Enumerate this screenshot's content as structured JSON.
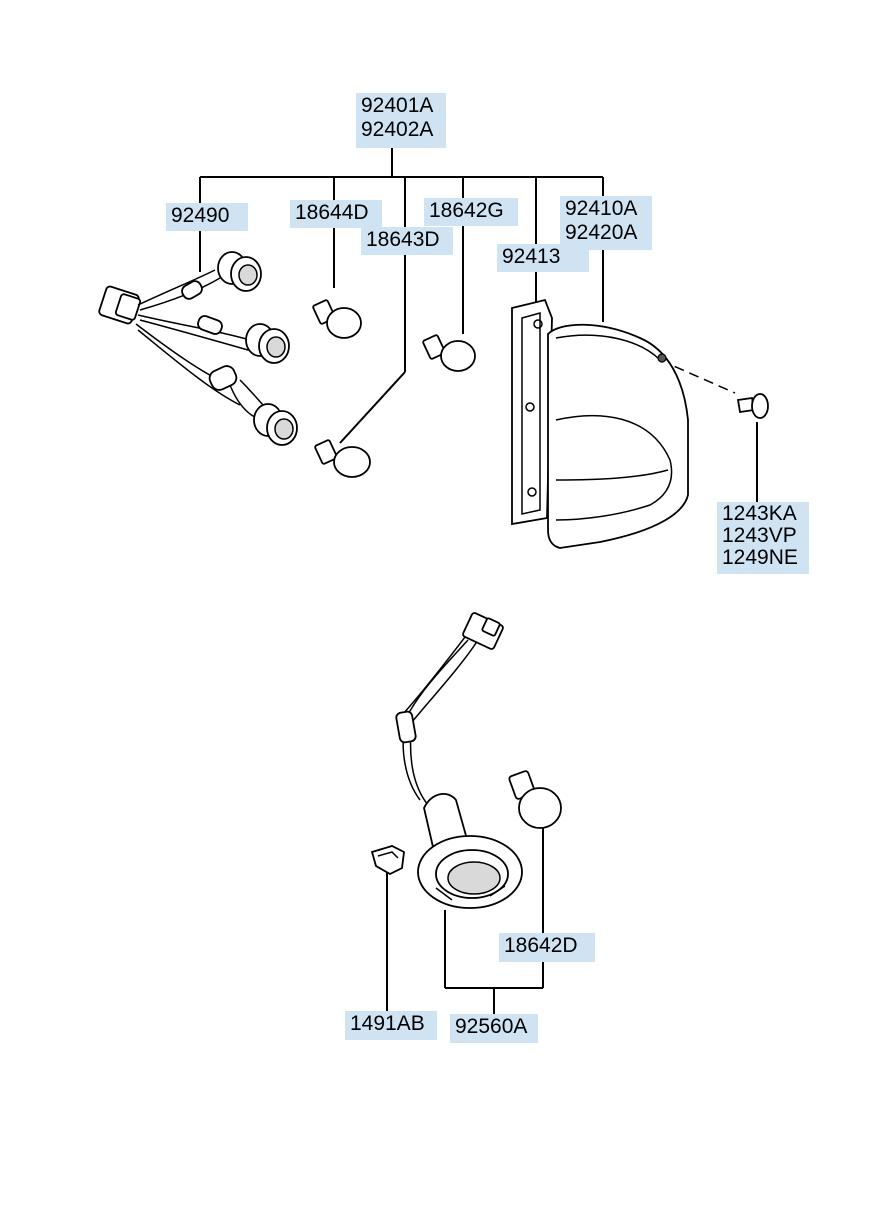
{
  "labels": {
    "lamp_assy": [
      "92401A",
      "92402A"
    ],
    "harness": "92490",
    "bulb_18644d": "18644D",
    "bulb_18643d": "18643D",
    "bulb_18642g": "18642G",
    "gasket": "92413",
    "lens": [
      "92410A",
      "92420A"
    ],
    "screw": [
      "1243KA",
      "1243VP",
      "1249NE"
    ],
    "bulb_18642d": "18642D",
    "clip": "1491AB",
    "license_lamp": "92560A"
  }
}
